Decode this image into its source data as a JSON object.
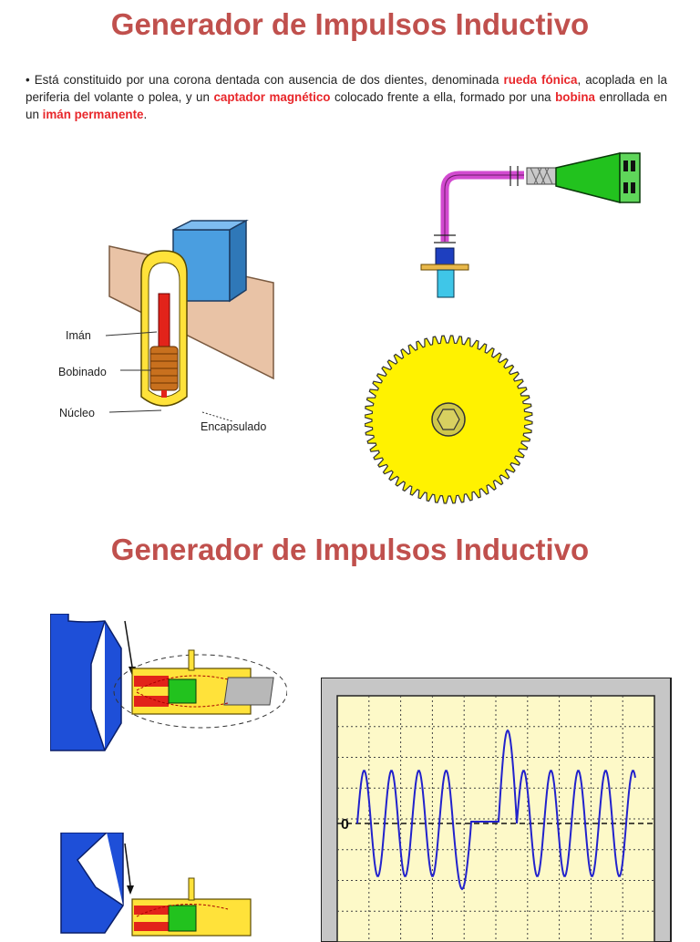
{
  "slide1": {
    "title": "Generador de Impulsos Inductivo",
    "paragraph": {
      "bullet": "•",
      "t1": " Está constituido por una corona dentada con ausencia de dos dientes, denominada ",
      "h1": "rueda fónica",
      "t2": ", acoplada en la periferia del volante o polea, y un ",
      "h2": "captador magnético",
      "t3": " colocado frente a ella, formado por una ",
      "h3": "bobina",
      "t4": " enrollada en un ",
      "h4": "imán permanente",
      "t5": "."
    },
    "labels": {
      "iman": "Imán",
      "bobinado": "Bobinado",
      "nucleo": "Núcleo",
      "encapsulado": "Encapsulado"
    }
  },
  "slide2": {
    "title": "Generador de Impulsos Inductivo",
    "scope_zero_label": "0"
  },
  "colors": {
    "title": "#c0504d",
    "highlight": "#e8262a",
    "gear": "#fff200",
    "sensor_blue": "#3f8fd6",
    "cable": "#d24ad0",
    "sensor_green": "#22c21e",
    "trace": "#2222cc",
    "screen": "#fdf9c8"
  }
}
